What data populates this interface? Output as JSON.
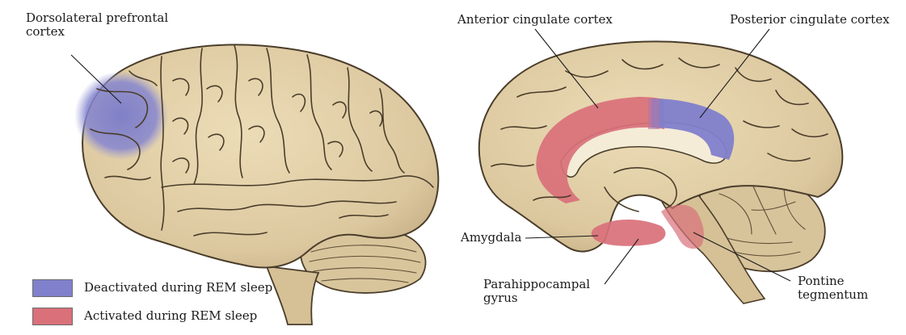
{
  "labels": {
    "dlpfc": [
      "Dorsolateral prefrontal",
      "cortex"
    ],
    "acc": "Anterior cingulate cortex",
    "pcc": "Posterior cingulate cortex",
    "amygdala": "Amygdala",
    "parahippocampal": [
      "Parahippocampal",
      "gyrus"
    ],
    "pontine": [
      "Pontine",
      "tegmentum"
    ]
  },
  "legend": [
    {
      "label": "Deactivated during REM sleep",
      "color": "#8080cc"
    },
    {
      "label": "Activated during REM sleep",
      "color": "#d9707a"
    }
  ],
  "colors": {
    "brain": "#e4d2a9",
    "brain_shade": "#c9b48b",
    "deactivated": "#8080cc",
    "activated": "#d9707a"
  }
}
